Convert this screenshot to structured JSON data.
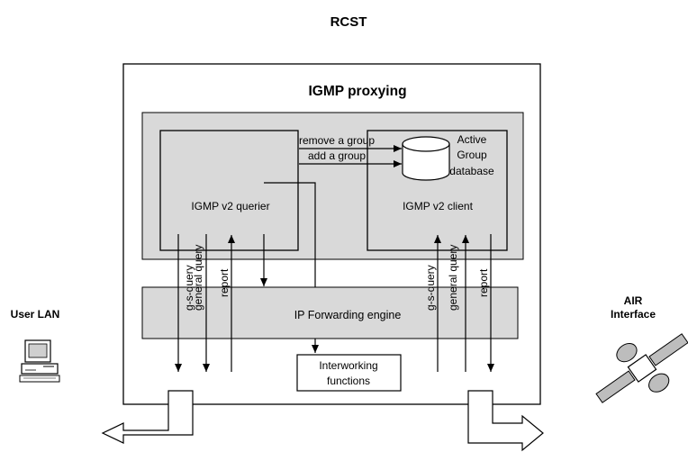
{
  "diagram": {
    "title": "RCST",
    "subtitle": "IGMP proxying",
    "querier_label": "IGMP v2 querier",
    "client_label": "IGMP v2 client",
    "database_label": [
      "Active",
      "Group",
      "database"
    ],
    "remove_group_label": "remove a group",
    "add_group_label": "add a group",
    "forwarding_label": "IP Forwarding engine",
    "interworking_label": [
      "Interworking",
      "functions"
    ],
    "left_arrows": [
      "g-s-query",
      "general query",
      "report"
    ],
    "right_arrows": [
      "g-s-query",
      "general query",
      "report"
    ],
    "user_lan_label": "User LAN",
    "air_interface_label": [
      "AIR",
      "Interface"
    ]
  },
  "colors": {
    "gray_fill": "#d9d9d9",
    "box_fill": "#ffffff",
    "line": "#000000"
  }
}
